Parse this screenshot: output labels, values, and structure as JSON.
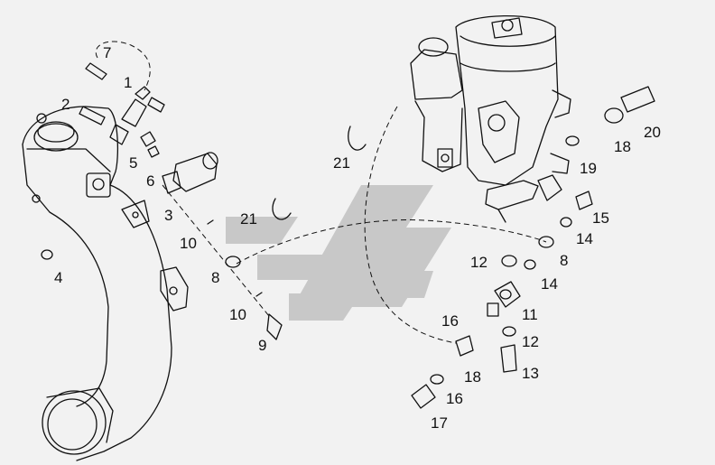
{
  "diagram": {
    "watermark_color": "#c8c8c8",
    "callouts": [
      {
        "id": "c7",
        "text": "7"
      },
      {
        "id": "c1",
        "text": "1"
      },
      {
        "id": "c2",
        "text": "2"
      },
      {
        "id": "c5",
        "text": "5"
      },
      {
        "id": "c6",
        "text": "6"
      },
      {
        "id": "c3",
        "text": "3"
      },
      {
        "id": "c10a",
        "text": "10"
      },
      {
        "id": "c4",
        "text": "4"
      },
      {
        "id": "c21a",
        "text": "21"
      },
      {
        "id": "c21b",
        "text": "21"
      },
      {
        "id": "c8a",
        "text": "8"
      },
      {
        "id": "c10b",
        "text": "10"
      },
      {
        "id": "c9",
        "text": "9"
      },
      {
        "id": "c18a",
        "text": "18"
      },
      {
        "id": "c20",
        "text": "20"
      },
      {
        "id": "c19",
        "text": "19"
      },
      {
        "id": "c15",
        "text": "15"
      },
      {
        "id": "c14a",
        "text": "14"
      },
      {
        "id": "c12a",
        "text": "12"
      },
      {
        "id": "c8b",
        "text": "8"
      },
      {
        "id": "c14b",
        "text": "14"
      },
      {
        "id": "c11",
        "text": "11"
      },
      {
        "id": "c16a",
        "text": "16"
      },
      {
        "id": "c12b",
        "text": "12"
      },
      {
        "id": "c18b",
        "text": "18"
      },
      {
        "id": "c13",
        "text": "13"
      },
      {
        "id": "c16b",
        "text": "16"
      },
      {
        "id": "c17",
        "text": "17"
      }
    ]
  }
}
